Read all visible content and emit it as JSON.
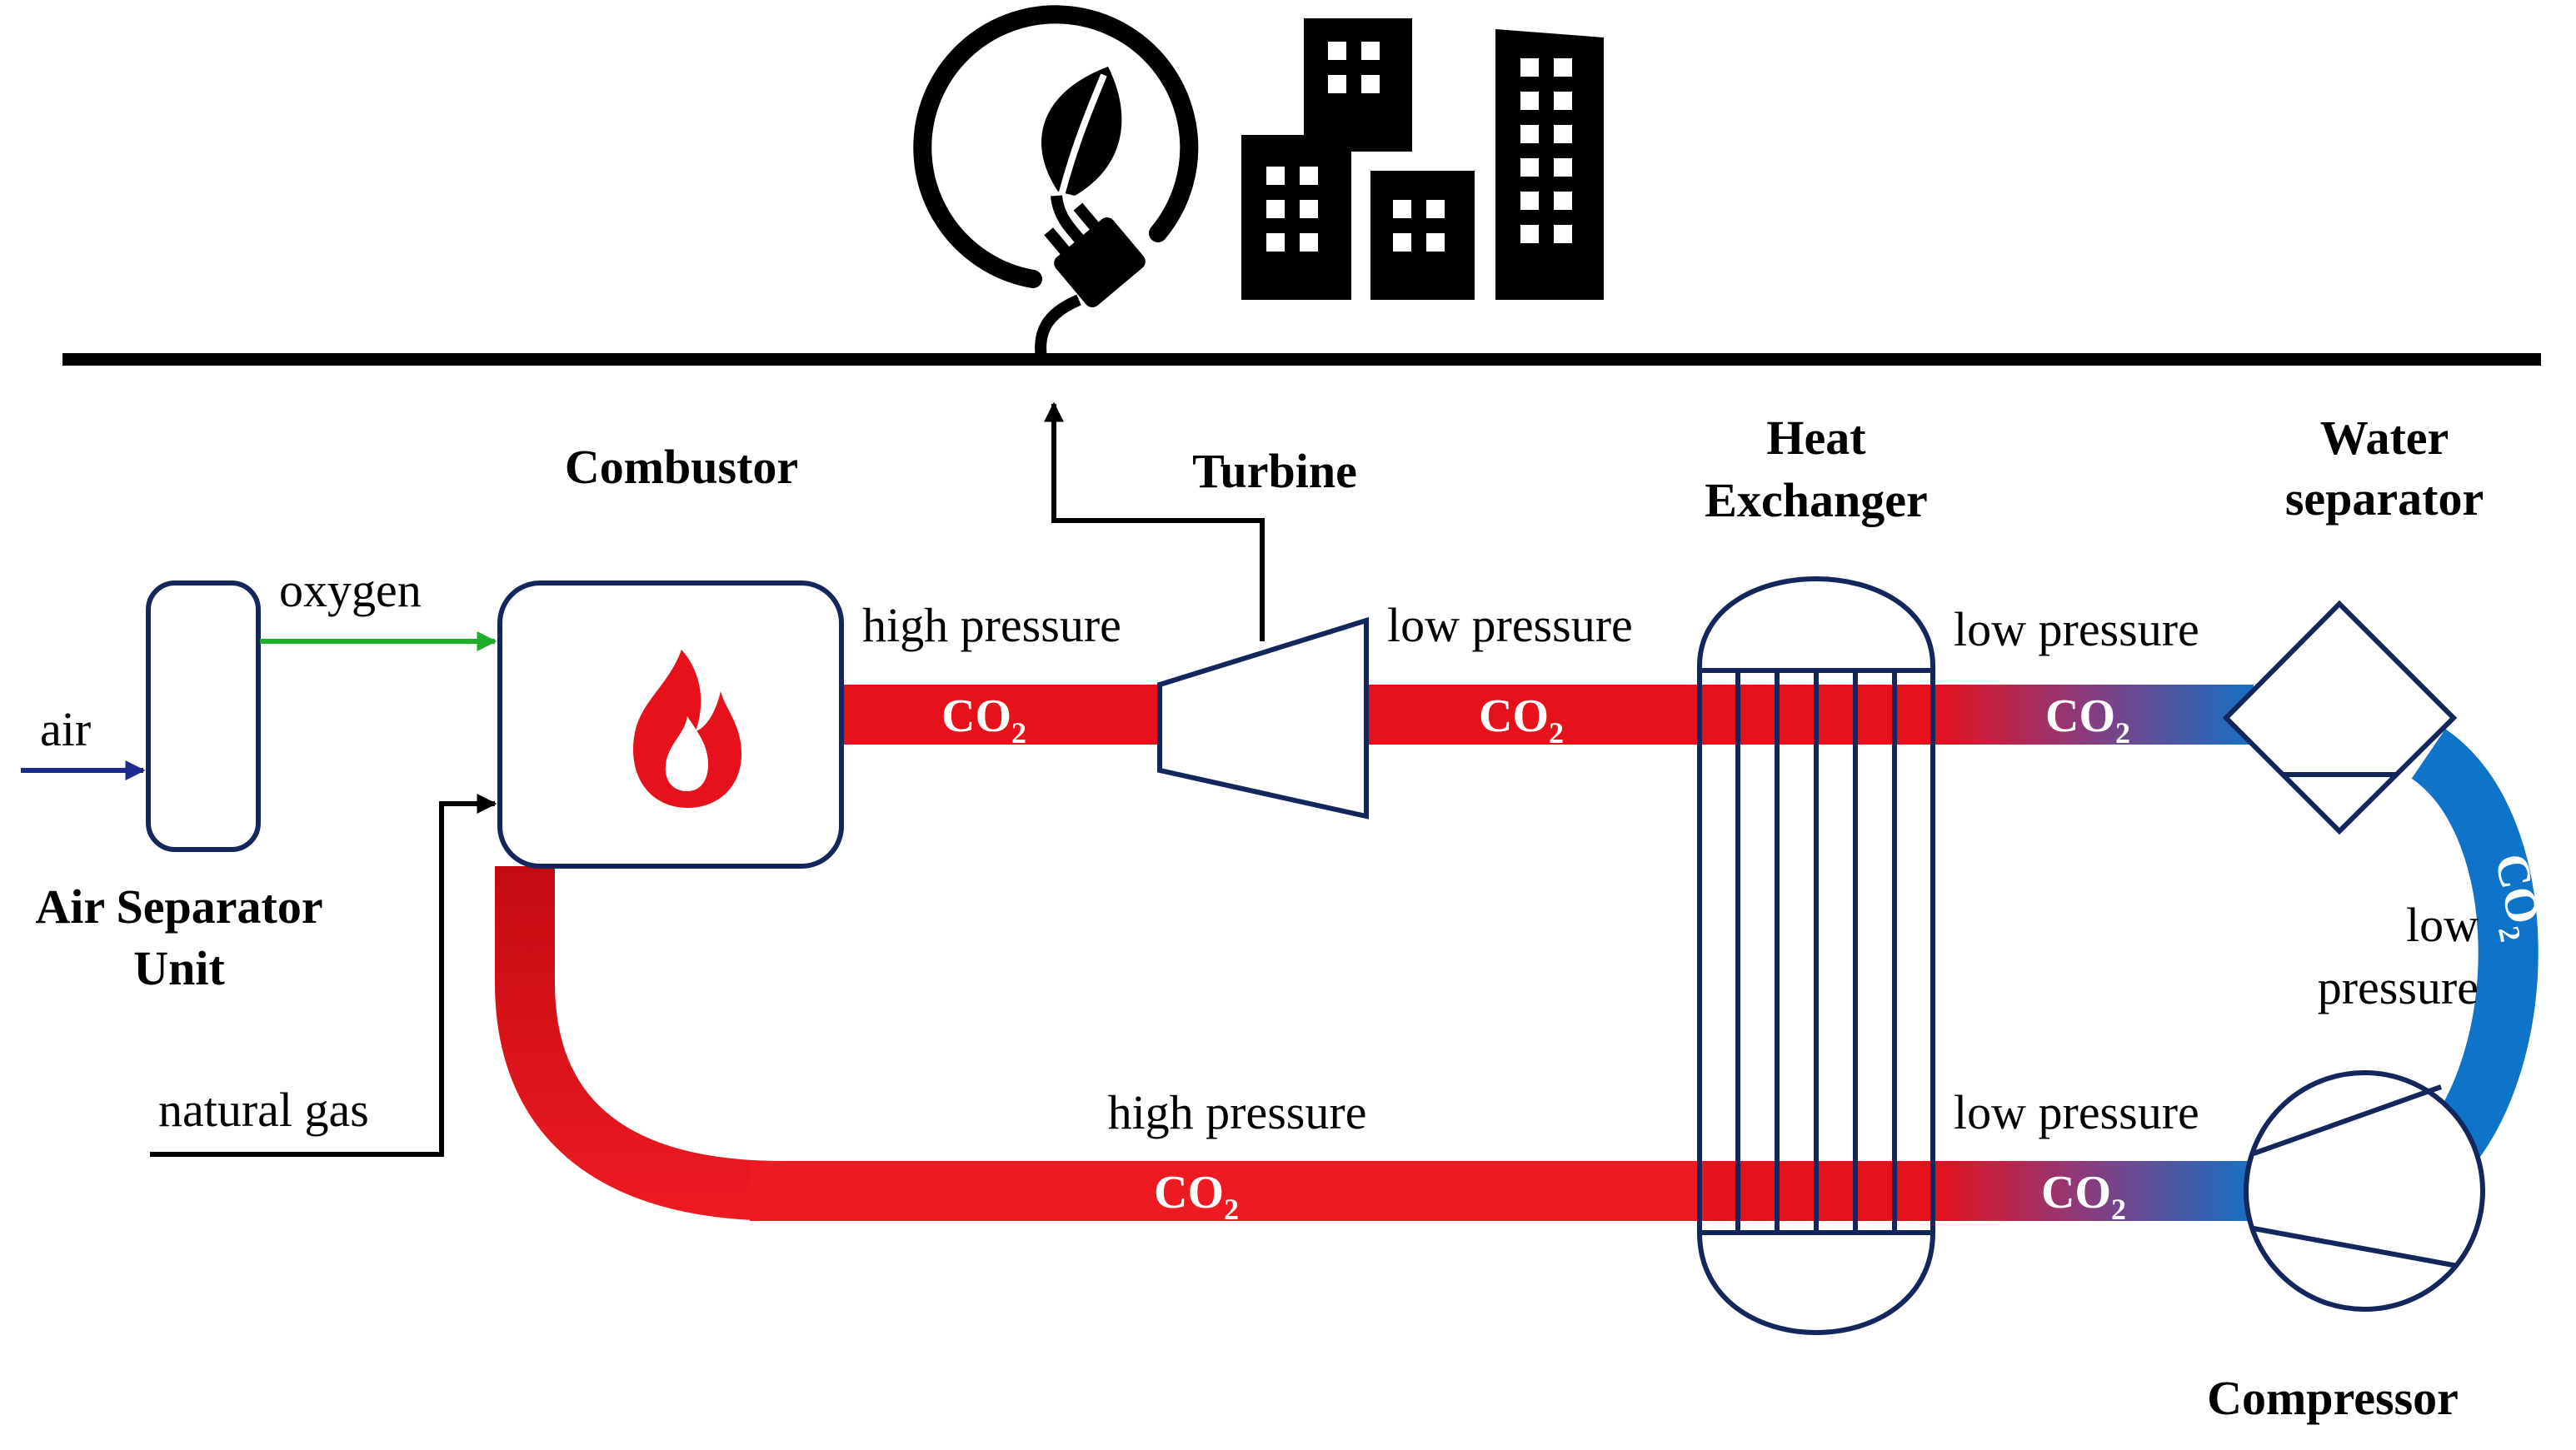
{
  "labels": {
    "combustor": "Combustor",
    "turbine": "Turbine",
    "heat_exchanger_line1": "Heat",
    "heat_exchanger_line2": "Exchanger",
    "water_separator_line1": "Water",
    "water_separator_line2": "separator",
    "air_separator_line1": "Air Separator",
    "air_separator_line2": "Unit",
    "compressor": "Compressor",
    "air": "air",
    "oxygen": "oxygen",
    "natural_gas": "natural gas",
    "high_pressure_top": "high pressure",
    "low_pressure_after_turbine": "low pressure",
    "low_pressure_after_hx": "low pressure",
    "low_pressure_right_line1": "low",
    "low_pressure_right_line2": "pressure",
    "high_pressure_bottom": "high pressure",
    "low_pressure_bottom": "low pressure"
  },
  "co2": {
    "base": "CO",
    "sub": "2"
  },
  "colors": {
    "hot": "#e6111b",
    "dark_red": "#c40b12",
    "cold": "#0d74c9",
    "equipment": "#14275c",
    "oxygen_line": "#1fae2a",
    "air_line": "#1b2a8c",
    "black": "#000000"
  },
  "icons": [
    "eco-plug-icon",
    "city-buildings-icon",
    "flame-icon"
  ]
}
